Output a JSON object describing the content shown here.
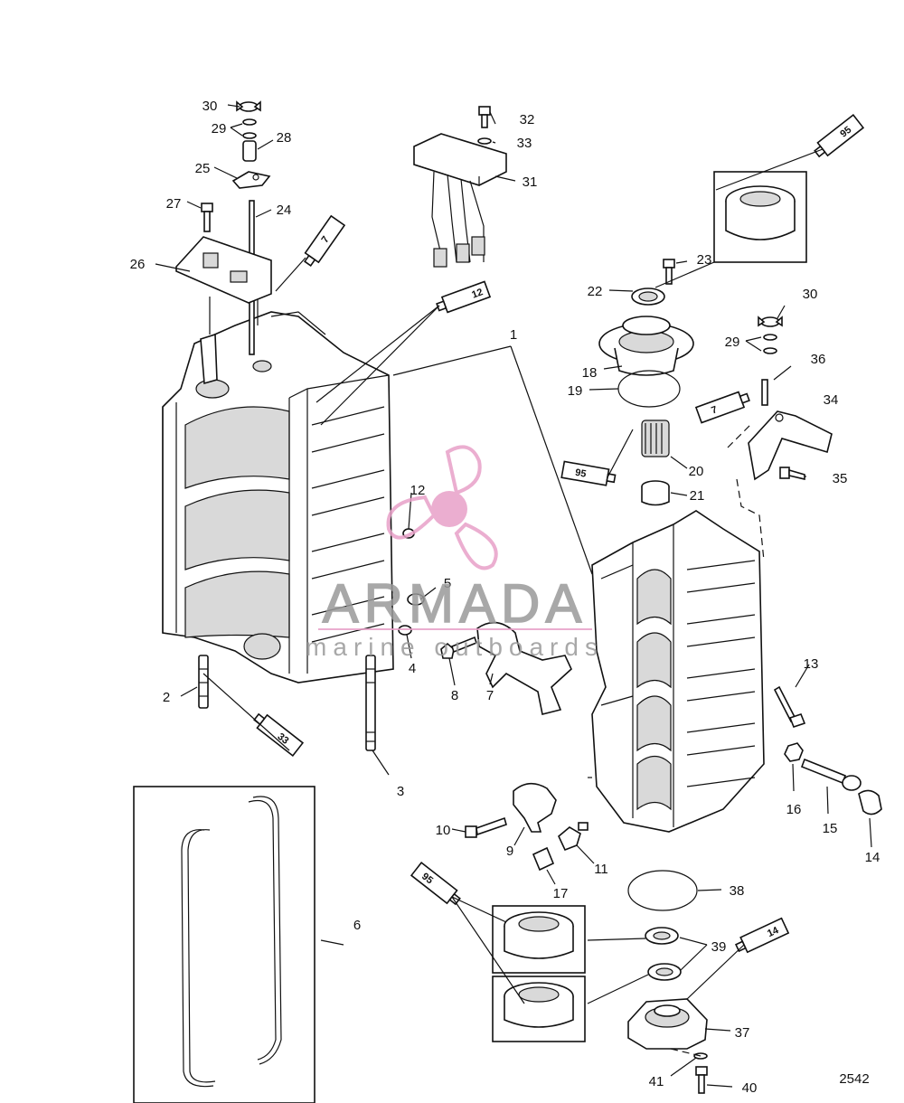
{
  "diagram": {
    "figure_number": "2542",
    "callouts": [
      "1",
      "2",
      "3",
      "4",
      "5",
      "6",
      "7",
      "8",
      "9",
      "10",
      "11",
      "12",
      "12",
      "13",
      "14",
      "15",
      "16",
      "17",
      "18",
      "19",
      "20",
      "21",
      "22",
      "23",
      "24",
      "25",
      "26",
      "27",
      "28",
      "29",
      "29",
      "30",
      "30",
      "31",
      "32",
      "33",
      "33",
      "34",
      "35",
      "36",
      "37",
      "38",
      "39",
      "40",
      "41"
    ],
    "sealant_tubes": [
      "7",
      "12",
      "33",
      "95",
      "95",
      "95",
      "7",
      "14"
    ]
  },
  "watermark": {
    "brand": "ARMADA",
    "tagline": "marine outboards",
    "accent_color": "#e8a0c8",
    "text_color": "#9a9a9a"
  }
}
